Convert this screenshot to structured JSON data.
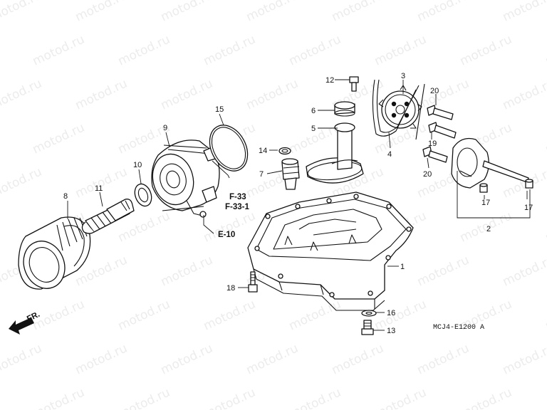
{
  "watermark": "motod.ru",
  "direction": "FR.",
  "diagram_code": "MCJ4-E1200 A",
  "refs": {
    "f33": "F-33",
    "f331": "F-33-1",
    "e10": "E-10"
  },
  "callouts": [
    {
      "id": "c1",
      "label": "1"
    },
    {
      "id": "c2",
      "label": "2"
    },
    {
      "id": "c3",
      "label": "3"
    },
    {
      "id": "c4",
      "label": "4"
    },
    {
      "id": "c5",
      "label": "5"
    },
    {
      "id": "c6",
      "label": "6"
    },
    {
      "id": "c7",
      "label": "7"
    },
    {
      "id": "c8",
      "label": "8"
    },
    {
      "id": "c9",
      "label": "9"
    },
    {
      "id": "c10",
      "label": "10"
    },
    {
      "id": "c11",
      "label": "11"
    },
    {
      "id": "c12",
      "label": "12"
    },
    {
      "id": "c13",
      "label": "13"
    },
    {
      "id": "c14",
      "label": "14"
    },
    {
      "id": "c15",
      "label": "15"
    },
    {
      "id": "c16",
      "label": "16"
    },
    {
      "id": "c17a",
      "label": "17"
    },
    {
      "id": "c17b",
      "label": "17"
    },
    {
      "id": "c18",
      "label": "18"
    },
    {
      "id": "c19",
      "label": "19"
    },
    {
      "id": "c20a",
      "label": "20"
    },
    {
      "id": "c20b",
      "label": "20"
    }
  ]
}
